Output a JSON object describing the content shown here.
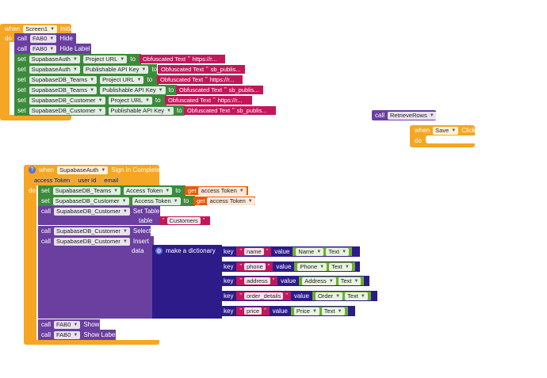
{
  "event1": {
    "when": "when",
    "component": "Screen1",
    "event": "Initialize",
    "do": "do"
  },
  "event1_rows": [
    {
      "kind": "call",
      "comp": "FAB0",
      "method": "Hide"
    },
    {
      "kind": "call",
      "comp": "FAB0",
      "method": "Hide Label"
    },
    {
      "kind": "set",
      "comp": "SupabaseAuth",
      "prop": "Project URL",
      "to": "to",
      "value": "Obfuscated Text",
      "str": "https://r..."
    },
    {
      "kind": "set",
      "comp": "SupabaseAuth",
      "prop": "Publishable API Key",
      "to": "to",
      "value": "Obfuscated Text",
      "str": "sb_publis..."
    },
    {
      "kind": "set",
      "comp": "SupabaseDB_Teams",
      "prop": "Project URL",
      "to": "to",
      "value": "Obfuscated Text",
      "str": "https://r..."
    },
    {
      "kind": "set",
      "comp": "SupabaseDB_Teams",
      "prop": "Publishable API Key",
      "to": "to",
      "value": "Obfuscated Text",
      "str": "sb_publis..."
    },
    {
      "kind": "set",
      "comp": "SupabaseDB_Customer",
      "prop": "Project URL",
      "to": "to",
      "value": "Obfuscated Text",
      "str": "https://r..."
    },
    {
      "kind": "set",
      "comp": "SupabaseDB_Customer",
      "prop": "Publishable API Key",
      "to": "to",
      "value": "Obfuscated Text",
      "str": "sb_publis..."
    }
  ],
  "call_retrieve": {
    "call": "call",
    "name": "RetrieveRows"
  },
  "event_save": {
    "when": "when",
    "component": "Save",
    "event": "Click",
    "do": "do"
  },
  "event2": {
    "when": "when",
    "component": "SupabaseAuth",
    "event": "Sign In Completed",
    "params": [
      "access Token",
      "user Id",
      "email"
    ],
    "do": "do"
  },
  "event2_sets": [
    {
      "comp": "SupabaseDB_Teams",
      "prop": "Access Token",
      "to": "to",
      "get": "get",
      "var": "access Token"
    },
    {
      "comp": "SupabaseDB_Customer",
      "prop": "Access Token",
      "to": "to",
      "get": "get",
      "var": "access Token"
    }
  ],
  "settable": {
    "call": "call",
    "comp": "SupabaseDB_Customer",
    "method": "Set Table",
    "arg": "table",
    "value": "Customers"
  },
  "select": {
    "call": "call",
    "comp": "SupabaseDB_Customer",
    "method": "Select"
  },
  "insert": {
    "call": "call",
    "comp": "SupabaseDB_Customer",
    "method": "Insert",
    "arg": "data",
    "dict": "make a dictionary"
  },
  "dict_entries": [
    {
      "key": "key",
      "name": "name",
      "value": "value",
      "comp": "Name",
      "prop": "Text"
    },
    {
      "key": "key",
      "name": "phone",
      "value": "value",
      "comp": "Phone",
      "prop": "Text"
    },
    {
      "key": "key",
      "name": "address",
      "value": "value",
      "comp": "Address",
      "prop": "Text"
    },
    {
      "key": "key",
      "name": "order_details",
      "value": "value",
      "comp": "Order",
      "prop": "Text"
    },
    {
      "key": "key",
      "name": "price",
      "value": "value",
      "comp": "Price",
      "prop": "Text"
    }
  ],
  "event2_tail": [
    {
      "call": "call",
      "comp": "FAB0",
      "method": "Show"
    },
    {
      "call": "call",
      "comp": "FAB0",
      "method": "Show Label"
    }
  ],
  "colors": {
    "event": "#f5a623",
    "component": "#6b3fa0",
    "set": "#3c8b3c",
    "string": "#c2185b",
    "dict": "#2d1b8a",
    "text": "#6cae2e",
    "get": "#e65c00"
  }
}
